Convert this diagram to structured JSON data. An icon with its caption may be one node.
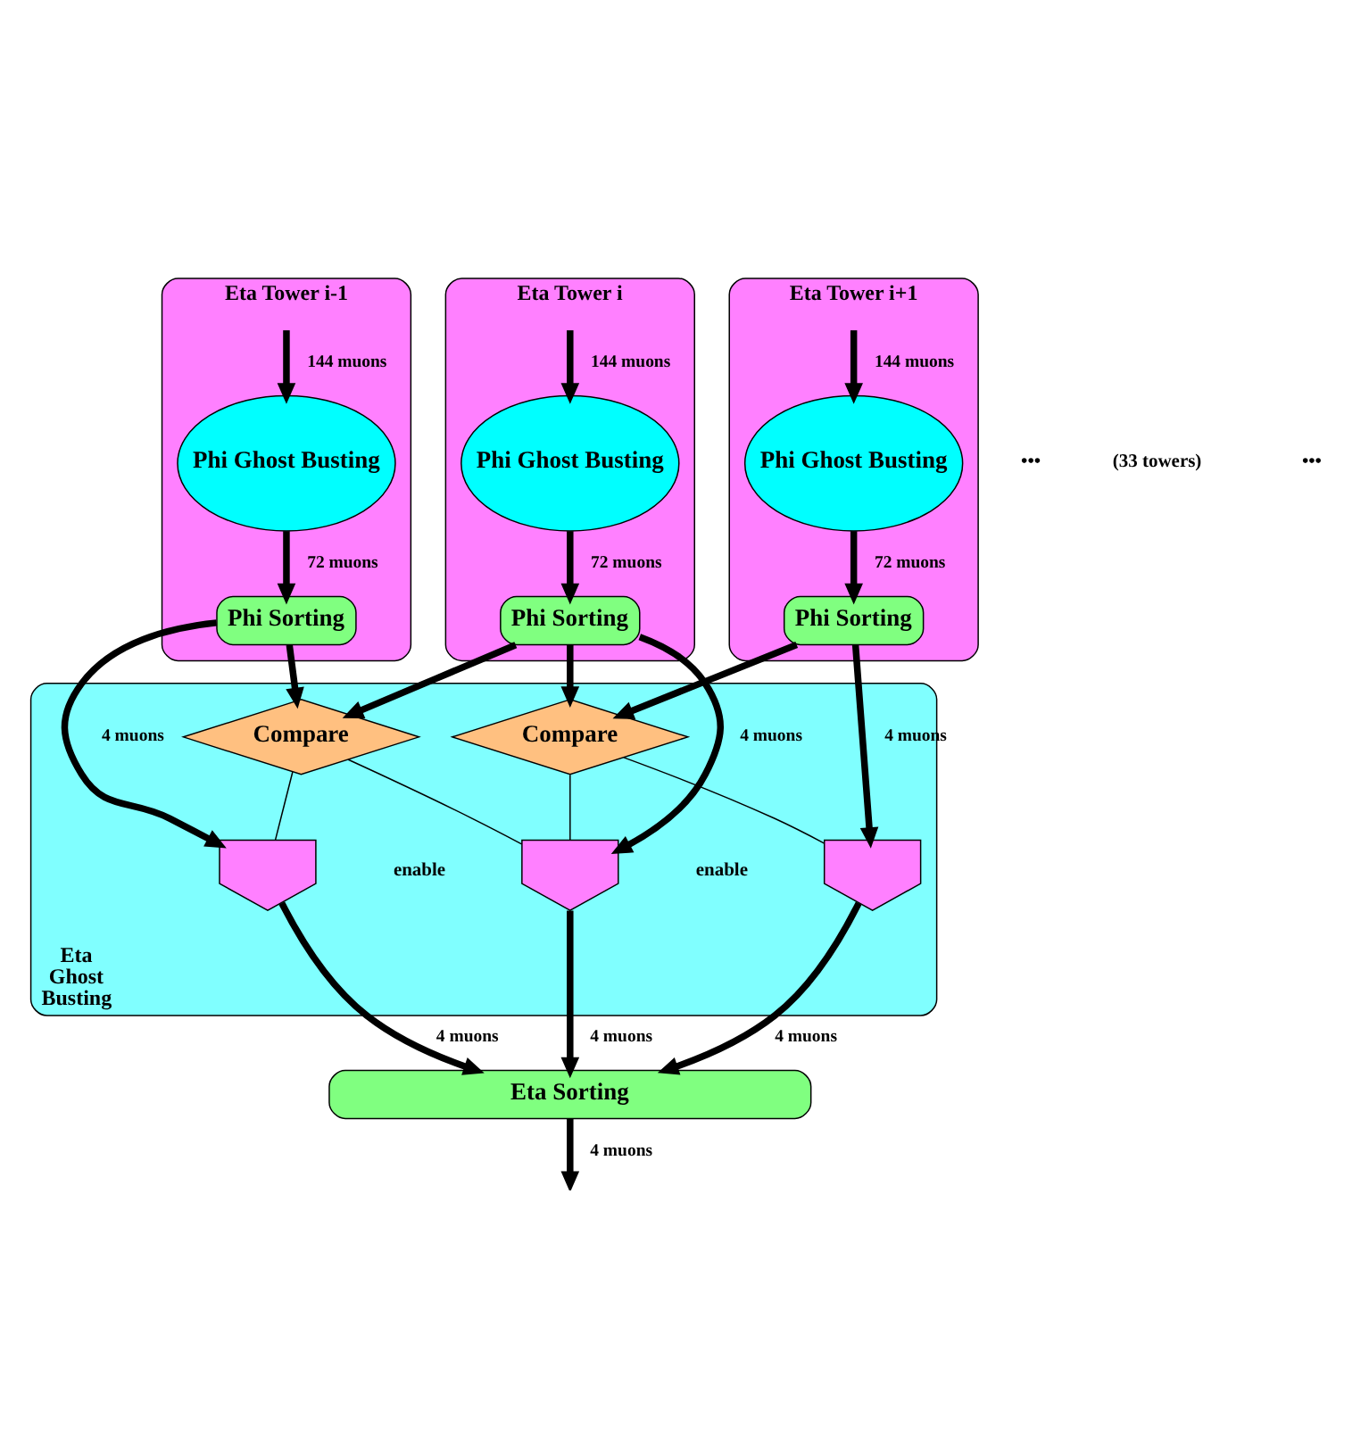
{
  "diagram": {
    "nodes": [
      {
        "text": [
          "Eta Tower i-1"
        ]
      },
      {
        "text": [
          "Phi Ghost Busting"
        ],
        "in": 0
      },
      {
        "text": [
          "Phi Sorting"
        ],
        "in": 0
      },
      {
        "text": [
          "Eta Tower i"
        ]
      },
      {
        "text": [
          "Phi Ghost Busting"
        ],
        "in": 3
      },
      {
        "text": [
          "Phi Sorting"
        ],
        "in": 3
      },
      {
        "text": [
          "Eta Tower i+1"
        ]
      },
      {
        "text": [
          "Phi Ghost Busting"
        ],
        "in": 6
      },
      {
        "text": [
          "Phi Sorting"
        ],
        "in": 6
      },
      {
        "text": [
          "Eta Ghost Busting"
        ]
      },
      {
        "text": [
          "Compare"
        ],
        "in": 9
      },
      {
        "text": [
          "Compare"
        ],
        "in": 9
      },
      {
        "text": [],
        "shape": "pentagon",
        "in": 9
      },
      {
        "text": [],
        "shape": "pentagon",
        "in": 9
      },
      {
        "text": [],
        "shape": "pentagon",
        "in": 9
      },
      {
        "text": [
          "Eta Sorting"
        ]
      }
    ],
    "edges": [
      {
        "from": null,
        "to": 1,
        "arrow": "to",
        "label": "144 muons"
      },
      {
        "from": null,
        "to": 4,
        "arrow": "to",
        "label": "144 muons"
      },
      {
        "from": null,
        "to": 7,
        "arrow": "to",
        "label": "144 muons"
      },
      {
        "from": 1,
        "to": 2,
        "arrow": "to",
        "label": "72 muons"
      },
      {
        "from": 4,
        "to": 5,
        "arrow": "to",
        "label": "72 muons"
      },
      {
        "from": 7,
        "to": 8,
        "arrow": "to",
        "label": "72 muons"
      },
      {
        "from": 2,
        "to": 12,
        "arrow": "to",
        "label": "4 muons"
      },
      {
        "from": 2,
        "to": 10,
        "arrow": "to"
      },
      {
        "from": 5,
        "to": 10,
        "arrow": "to"
      },
      {
        "from": 5,
        "to": 13,
        "arrow": "to",
        "label": "4 muons"
      },
      {
        "from": 5,
        "to": 11,
        "arrow": "to"
      },
      {
        "from": 8,
        "to": 11,
        "arrow": "to"
      },
      {
        "from": 8,
        "to": 14,
        "arrow": "to",
        "label": "4 muons"
      },
      {
        "from": 10,
        "to": 12,
        "arrow": "none"
      },
      {
        "from": 10,
        "to": 13,
        "arrow": "none"
      },
      {
        "from": 11,
        "to": 13,
        "arrow": "none"
      },
      {
        "from": 11,
        "to": 14,
        "arrow": "none"
      },
      {
        "from": 12,
        "to": 15,
        "arrow": "to",
        "label": "4 muons"
      },
      {
        "from": 13,
        "to": 15,
        "arrow": "to",
        "label": "4 muons"
      },
      {
        "from": 14,
        "to": 15,
        "arrow": "to",
        "label": "4 muons"
      },
      {
        "from": 15,
        "to": null,
        "arrow": "to",
        "label": "4 muons"
      }
    ],
    "labels": [
      "•••",
      "(33 towers)",
      "•••",
      "enable",
      "enable"
    ]
  }
}
